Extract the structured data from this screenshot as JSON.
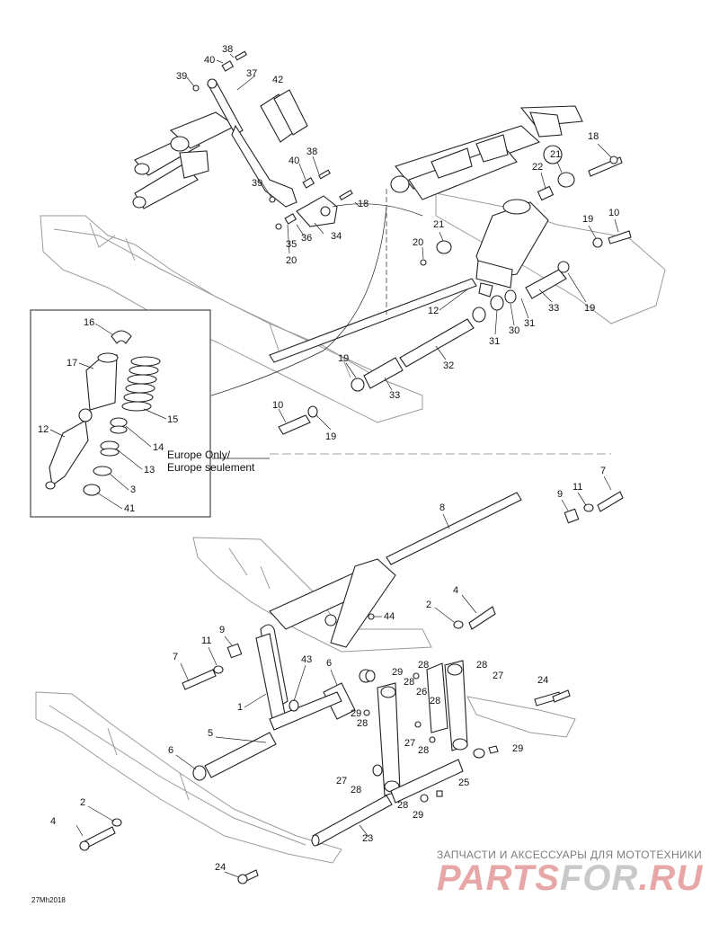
{
  "diagram": {
    "drawing_code": "27Mh2018",
    "inset_note_line1": "Europe Only/",
    "inset_note_line2": "Europe seulement",
    "callouts": {
      "c38a": "38",
      "c40a": "40",
      "c39a": "39",
      "c37": "37",
      "c42": "42",
      "c38b": "38",
      "c40b": "40",
      "c39b": "39",
      "c18a": "18",
      "c36": "36",
      "c35": "35",
      "c34": "34",
      "c20a": "20",
      "c18b": "18",
      "c22": "22",
      "c21a": "21",
      "c21b": "21",
      "c20b": "20",
      "c19a": "19",
      "c10a": "10",
      "c12a": "12",
      "c30": "30",
      "c31a": "31",
      "c31b": "31",
      "c33a": "33",
      "c19b": "19",
      "c32": "32",
      "c19c": "19",
      "c33b": "33",
      "c10b": "10",
      "c19d": "19",
      "i16": "16",
      "i17": "17",
      "i15": "15",
      "i12": "12",
      "i14": "14",
      "i13": "13",
      "i3": "3",
      "i41": "41",
      "c7a": "7",
      "c11a": "11",
      "c9a": "9",
      "c8": "8",
      "c2a": "2",
      "c4a": "4",
      "c44": "44",
      "c9b": "9",
      "c11b": "11",
      "c7b": "7",
      "c43": "43",
      "c6a": "6",
      "c1": "1",
      "c5": "5",
      "c6b": "6",
      "c29a": "29",
      "c28a": "28",
      "c28b": "28",
      "c27a": "27",
      "c26": "26",
      "c24a": "24",
      "c28c": "28",
      "c29b": "29",
      "c28d": "28",
      "c27b": "27",
      "c28e": "28",
      "c28f": "28",
      "c29c": "29",
      "c27c": "27",
      "c28g": "28",
      "c25": "25",
      "c28h": "28",
      "c29d": "29",
      "c2b": "2",
      "c4b": "4",
      "c23": "23",
      "c24b": "24"
    }
  },
  "watermark": {
    "tagline": "ЗАПЧАСТИ И АКСЕССУАРЫ ДЛЯ МОТОТЕХНИКИ",
    "logo_part1": "PARTS",
    "logo_part2": "FOR",
    "logo_part3": ".RU",
    "color_red": "#e8a7a7",
    "color_grey": "#c9c9c9"
  }
}
